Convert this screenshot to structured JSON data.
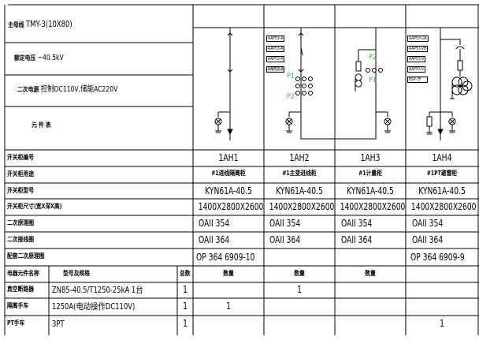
{
  "header": {
    "busbar": {
      "label": "主母线",
      "value": "TMY-3(10X80)"
    },
    "voltage": {
      "label": "额定电压",
      "value": "~40.5kV"
    },
    "secondary_power": {
      "label": "二次电源",
      "value": "控制DC110V,储能AC220V"
    },
    "component_table": "元 件 表"
  },
  "row_labels": [
    "开关柜编号",
    "开关柜用途",
    "开关柜型号",
    "开关柜尺寸(宽X深X高)",
    "二次原理图",
    "二次接线图",
    "配套二次原理图"
  ],
  "cabinets": [
    {
      "id": "1AH1",
      "use": "#1进线隔离柜",
      "model": "KYN61A-40.5",
      "size": "1400X2800X2600",
      "schematic": "OAII 354",
      "wiring": "OAII 364",
      "extra": "OP 364 6909-10"
    },
    {
      "id": "1AH2",
      "use": "#1主变进线柜",
      "model": "KYN61A-40.5",
      "size": "1400X2800X2600",
      "schematic": "OAII 354",
      "wiring": "OAII 364",
      "extra": ""
    },
    {
      "id": "1AH3",
      "use": "#1计量柜",
      "model": "KYN61A-40.5",
      "size": "1400X2800X2600",
      "schematic": "OAII 354",
      "wiring": "OAII 364",
      "extra": ""
    },
    {
      "id": "1AH4",
      "use": "#1PT避雷柜",
      "model": "KYN61A-40.5",
      "size": "1400X2800X2600",
      "schematic": "OAII 354",
      "wiring": "OAII 364",
      "extra": "OP 364 6909-9"
    }
  ],
  "components": {
    "headers": {
      "name": "电器元件名称",
      "spec": "型号及规格",
      "total": "总数",
      "qty": [
        "数量",
        "数量",
        "数量",
        ""
      ]
    },
    "rows": [
      {
        "name": "真空断路器",
        "spec": "ZN85-40.5/T1250-25kA 1台",
        "total": "1",
        "qty": [
          "",
          "1",
          "",
          ""
        ]
      },
      {
        "name": "隔离手车",
        "spec": "1250A(电动操作DC110V)",
        "total": "1",
        "qty": [
          "1",
          "",
          "",
          ""
        ]
      },
      {
        "name": "PT手车",
        "spec": "3PT",
        "total": "1",
        "qty": [
          "",
          "",
          "",
          "1"
        ]
      }
    ]
  },
  "diagram": {
    "ct_labels": {
      "p1": "P1",
      "p2": "P2"
    },
    "meter_tags_1ah2": [
      "AAP53-A",
      "AAP53-A",
      "AAP53-A",
      "AAP53-A"
    ],
    "meter_tags_1ah4": [
      "AAP53-UA",
      "AAP53-VB",
      "AAP53-V",
      "AAP53-V",
      "BSP-7F"
    ],
    "accent": "#22cc22"
  }
}
